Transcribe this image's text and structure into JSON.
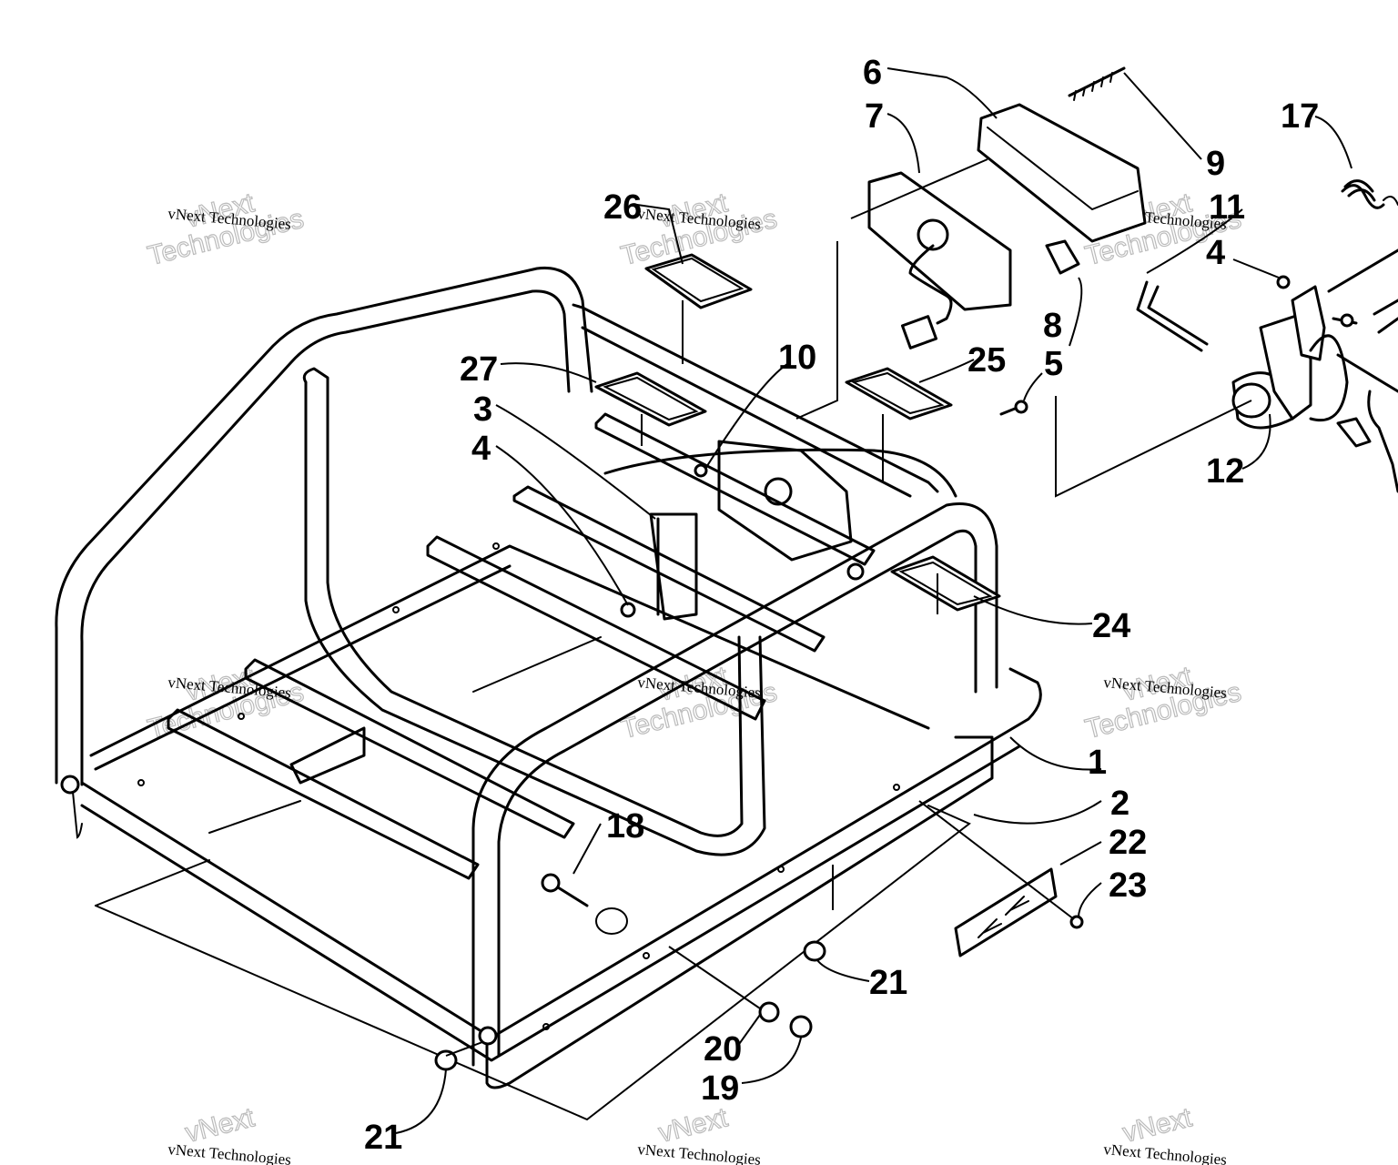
{
  "watermark": {
    "line_small": "vNext Technologies",
    "line_big_1": "vNext",
    "line_big_2": "Technologies"
  },
  "callouts": [
    {
      "id": "1",
      "text": "1"
    },
    {
      "id": "2",
      "text": "2"
    },
    {
      "id": "3",
      "text": "3"
    },
    {
      "id": "4a",
      "text": "4"
    },
    {
      "id": "4b",
      "text": "4"
    },
    {
      "id": "5",
      "text": "5"
    },
    {
      "id": "6",
      "text": "6"
    },
    {
      "id": "7",
      "text": "7"
    },
    {
      "id": "8",
      "text": "8"
    },
    {
      "id": "9",
      "text": "9"
    },
    {
      "id": "10",
      "text": "10"
    },
    {
      "id": "11",
      "text": "11"
    },
    {
      "id": "12",
      "text": "12"
    },
    {
      "id": "17",
      "text": "17"
    },
    {
      "id": "18",
      "text": "18"
    },
    {
      "id": "19",
      "text": "19"
    },
    {
      "id": "20",
      "text": "20"
    },
    {
      "id": "21a",
      "text": "21"
    },
    {
      "id": "21b",
      "text": "21"
    },
    {
      "id": "22",
      "text": "22"
    },
    {
      "id": "23",
      "text": "23"
    },
    {
      "id": "24",
      "text": "24"
    },
    {
      "id": "25",
      "text": "25"
    },
    {
      "id": "26",
      "text": "26"
    },
    {
      "id": "27",
      "text": "27"
    }
  ]
}
